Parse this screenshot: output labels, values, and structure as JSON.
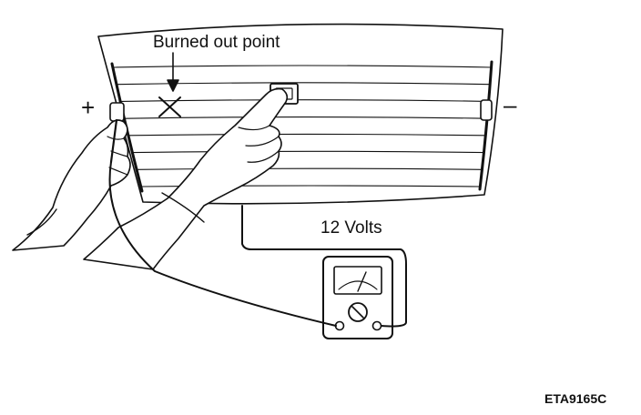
{
  "labels": {
    "burned_out_point": "Burned out point",
    "voltage": "12 Volts",
    "positive": "+",
    "negative": "–",
    "figure_code": "ETA9165C"
  },
  "colors": {
    "ink": "#111111",
    "background": "#ffffff"
  },
  "glass": {
    "heater_grid_lines": 8
  }
}
